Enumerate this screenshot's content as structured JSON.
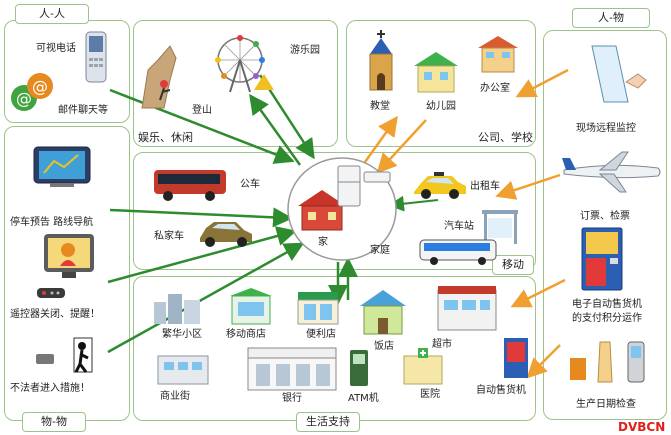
{
  "headers": {
    "person_person": "人-人",
    "person_object": "人-物",
    "object_object": "物-物"
  },
  "sections": {
    "leisure": "娱乐、休闲",
    "company_school": "公司、学校",
    "mobile": "移动",
    "life_support": "生活支持",
    "home": "家庭"
  },
  "items": {
    "video_call": "可视电话",
    "mail_chat": "邮件聊天等",
    "amusement_park": "游乐园",
    "climbing": "登山",
    "church": "教堂",
    "kindergarten": "幼儿园",
    "office": "办公室",
    "parking_nav": "停车预告  路线导航",
    "remote_control": "遥控器关闭、提醒！",
    "intruder": "不法者进入措施！",
    "bus": "公车",
    "private_car": "私家车",
    "taxi": "出租车",
    "bus_stop": "汽车站",
    "house": "家",
    "remote_monitor": "现场远程监控",
    "ticketing": "订票、检票",
    "vending_payment": "电子自动售货机\n的支付积分运作",
    "production_check": "生产日期检查",
    "district": "繁华小区",
    "mobile_store": "移动商店",
    "convenience_store": "便利店",
    "restaurant": "饭店",
    "supermarket": "超市",
    "commercial_street": "商业街",
    "bank": "银行",
    "atm": "ATM机",
    "hospital": "医院",
    "vending_machine": "自动售货机"
  },
  "watermark": "DVBCN",
  "colors": {
    "panel_border": "#9cc48a",
    "green_arrow": "#2e8b2e",
    "orange_arrow": "#f0a030",
    "watermark": "#e0201a"
  }
}
